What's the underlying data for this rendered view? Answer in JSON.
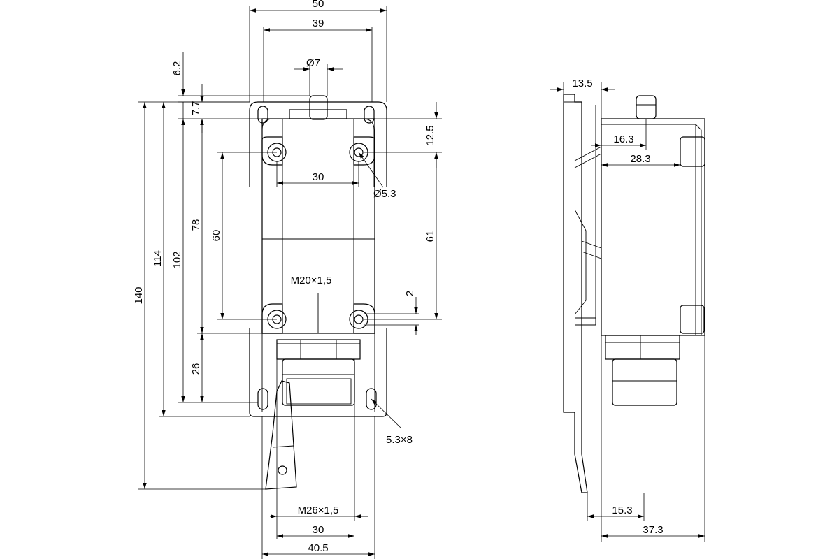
{
  "front_view": {
    "dims": {
      "width_overall": "50",
      "width_body": "39",
      "plunger_diameter": "Ø7",
      "dim_6_2": "6.2",
      "dim_7_7": "7.7",
      "height_140": "140",
      "height_114": "114",
      "height_102": "102",
      "height_78": "78",
      "height_60": "60",
      "height_26": "26",
      "hole_spacing": "30",
      "hole_diameter": "Ø5.3",
      "dim_12_5": "12.5",
      "dim_61": "61",
      "dim_2": "2",
      "thread_top": "M20×1,5",
      "slot_size": "5.3×8",
      "thread_bottom": "M26×1,5",
      "bottom_30": "30",
      "bottom_40_5": "40.5"
    }
  },
  "side_view": {
    "dims": {
      "dim_13_5": "13.5",
      "dim_16_3": "16.3",
      "dim_28_3": "28.3",
      "dim_15_3": "15.3",
      "dim_37_3": "37.3"
    }
  }
}
